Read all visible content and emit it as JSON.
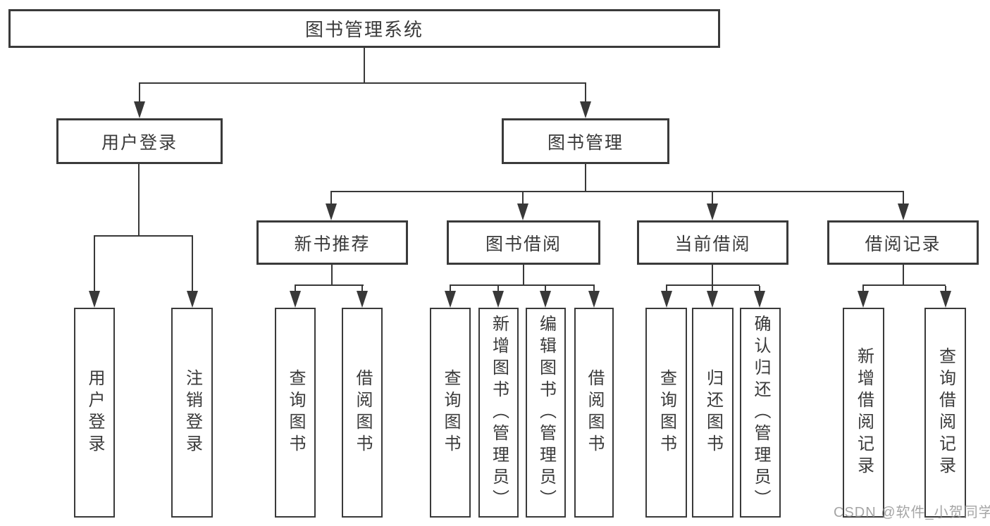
{
  "diagram": {
    "root": "图书管理系统",
    "level2": [
      "用户登录",
      "图书管理"
    ],
    "level3": [
      "新书推荐",
      "图书借阅",
      "当前借阅",
      "借阅记录"
    ],
    "leaves": [
      "用户登录",
      "注销登录",
      "查询图书",
      "借阅图书",
      "查询图书",
      "新增图书（管理员）",
      "编辑图书（管理员）",
      "借阅图书",
      "查询图书",
      "归还图书",
      "确认归还（管理员）",
      "新增借阅记录",
      "查询借阅记录"
    ]
  },
  "watermark": "CSDN @软件_小贺同学"
}
